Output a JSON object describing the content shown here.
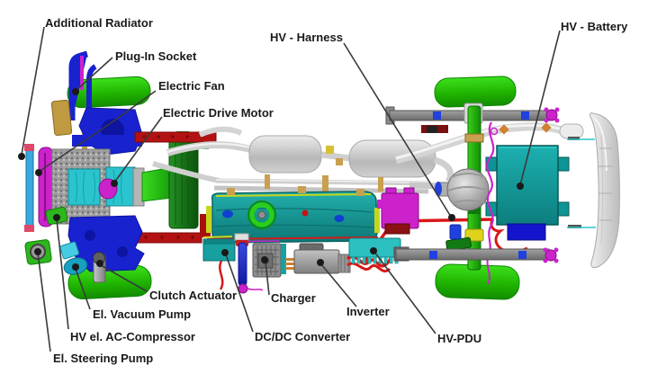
{
  "diagram": {
    "type": "hybrid-vehicle-chassis-cad-top-view",
    "labels": {
      "additional_radiator": "Additional Radiator",
      "plug_in_socket": "Plug-In Socket",
      "electric_fan": "Electric Fan",
      "electric_drive_motor": "Electric Drive Motor",
      "hv_harness": "HV - Harness",
      "hv_battery": "HV - Battery",
      "clutch_actuator": "Clutch Actuator",
      "el_vacuum_pump": "El. Vacuum Pump",
      "hv_el_ac_compressor": "HV el. AC-Compressor",
      "el_steering_pump": "El. Steering Pump",
      "charger": "Charger",
      "dc_dc_converter": "DC/DC Converter",
      "inverter": "Inverter",
      "hv_pdu": "HV-PDU"
    },
    "colors": {
      "ink": "#1a1a1a",
      "leader": "#3a3a3a",
      "hv_red": "#d81818",
      "magenta": "#cc22cc",
      "cad_blue": "#1822cf",
      "teal": "#18a0a0",
      "wheel_green": "#2cc414",
      "background": "#ffffff"
    }
  }
}
